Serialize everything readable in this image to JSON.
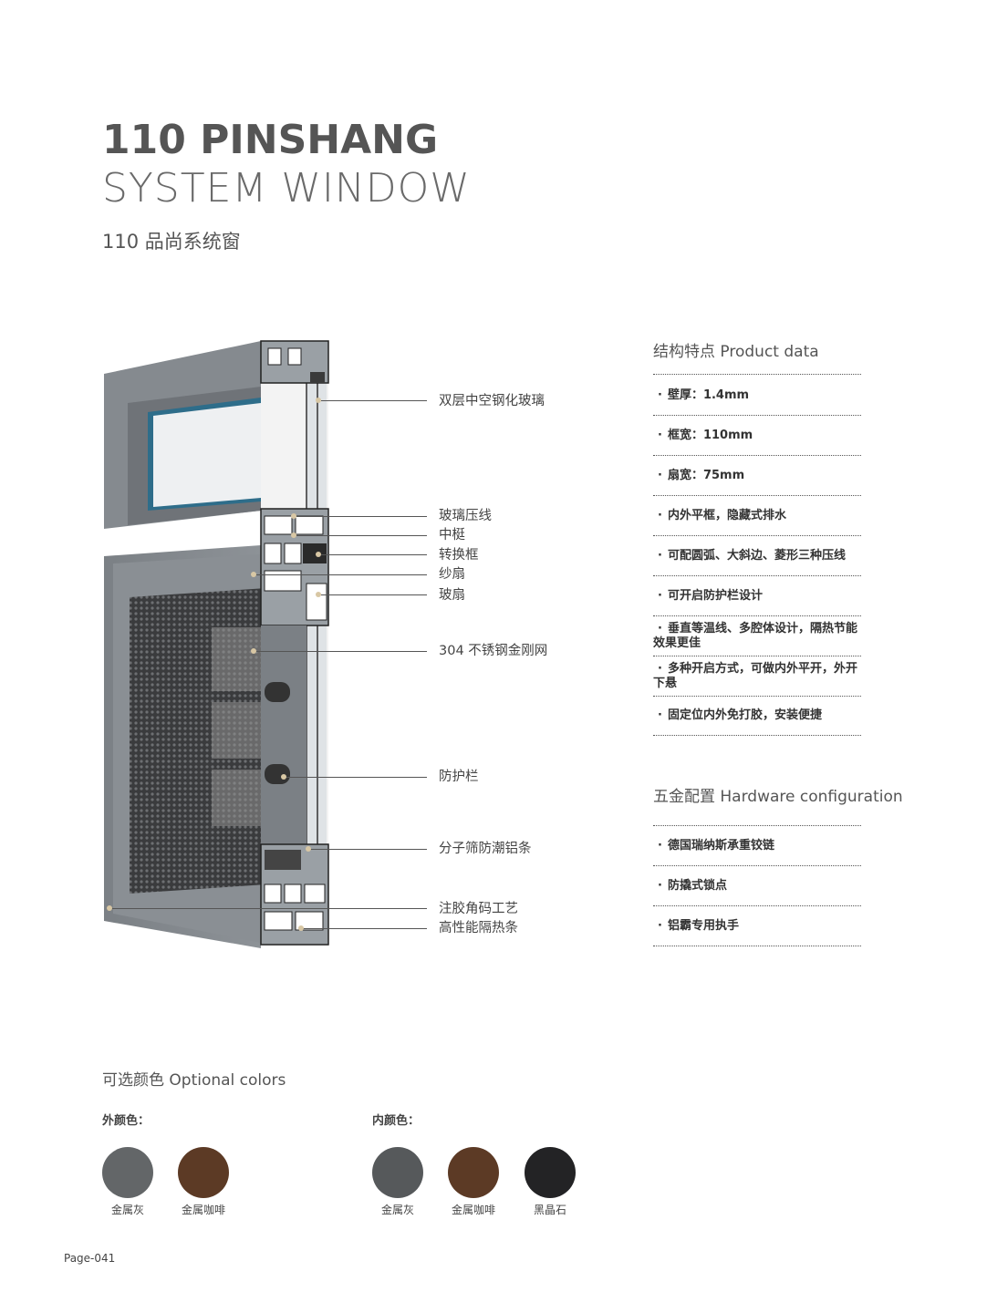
{
  "header": {
    "title_line1": "110 PINSHANG",
    "title_line2": "SYSTEM WINDOW",
    "title_cn": "110 品尚系统窗"
  },
  "diagram": {
    "labels": [
      "双层中空钢化玻璃",
      "玻璃压线",
      "中梃",
      "转换框",
      "纱扇",
      "玻扇",
      "304 不锈钢金刚网",
      "防护栏",
      "分子筛防潮铝条",
      "注胶角码工艺",
      "高性能隔热条"
    ]
  },
  "product_data": {
    "title": "结构特点 Product data",
    "items": [
      "壁厚：1.4mm",
      "框宽：110mm",
      "扇宽：75mm",
      "内外平框，隐藏式排水",
      "可配圆弧、大斜边、菱形三种压线",
      "可开启防护栏设计",
      "垂直等温线、多腔体设计，隔热节能效果更佳",
      "多种开启方式，可做内外平开，外开下悬",
      "固定位内外免打胶，安装便捷"
    ]
  },
  "hardware": {
    "title": "五金配置 Hardware configuration",
    "items": [
      "德国瑞纳斯承重铰链",
      "防撬式锁点",
      "铝霸专用执手"
    ]
  },
  "colors": {
    "title": "可选颜色  Optional colors",
    "outer_label": "外颜色：",
    "inner_label": "内颜色：",
    "outer": [
      {
        "name": "金属灰",
        "hex": "#636668"
      },
      {
        "name": "金属咖啡",
        "hex": "#5c3a25"
      }
    ],
    "inner": [
      {
        "name": "金属灰",
        "hex": "#56595b"
      },
      {
        "name": "金属咖啡",
        "hex": "#5c3a25"
      },
      {
        "name": "黑晶石",
        "hex": "#232325"
      }
    ]
  },
  "footer": {
    "page": "Page-041"
  }
}
